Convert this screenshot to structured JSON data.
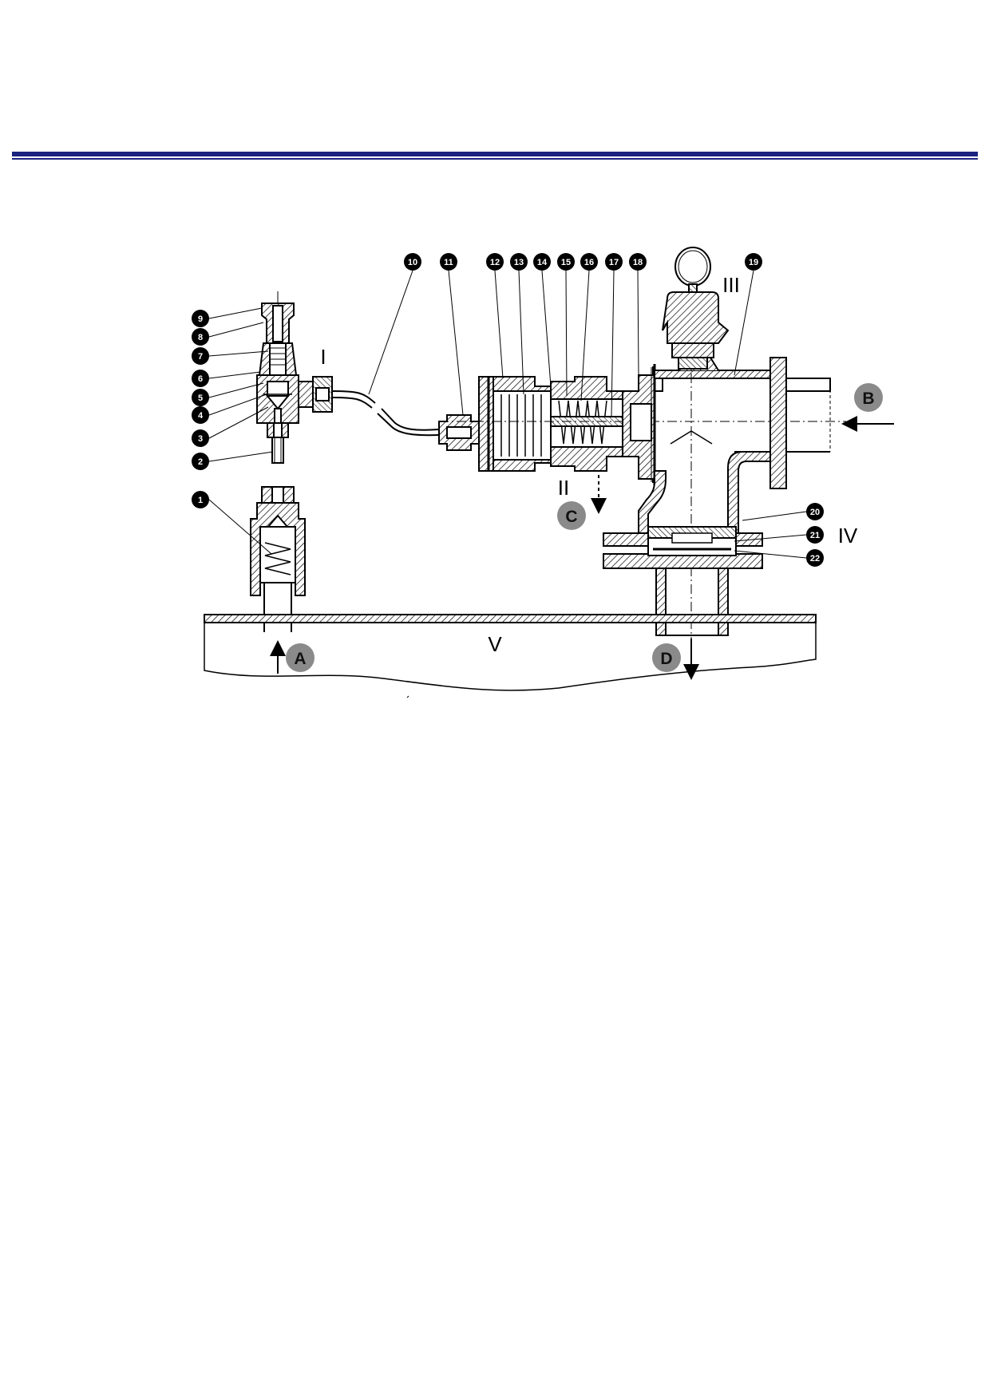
{
  "header": {
    "rule_color": "#1a237e"
  },
  "diagram": {
    "callouts": [
      "1",
      "2",
      "3",
      "4",
      "5",
      "6",
      "7",
      "8",
      "9",
      "10",
      "11",
      "12",
      "13",
      "14",
      "15",
      "16",
      "17",
      "18",
      "19",
      "20",
      "21",
      "22"
    ],
    "ports": [
      "A",
      "B",
      "C",
      "D"
    ],
    "sections": [
      "I",
      "II",
      "III",
      "IV",
      "V"
    ],
    "colors": {
      "line": "#000000",
      "callout_fill": "#000000",
      "port_fill": "#8a8a8a"
    }
  }
}
